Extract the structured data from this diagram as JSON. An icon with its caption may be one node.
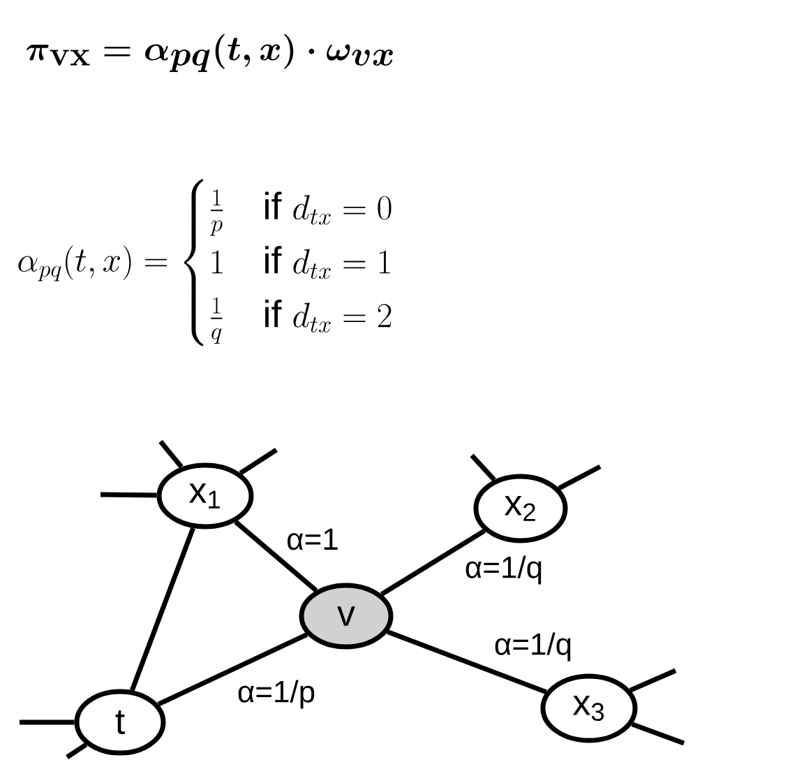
{
  "diagram": {
    "nodes": [
      {
        "text": [
          "x$_{1}$"
        ]
      },
      {
        "text": [
          "x$_{2}$"
        ]
      },
      {
        "text": [
          "v"
        ]
      },
      {
        "text": [
          "x$_{3}$"
        ]
      },
      {
        "text": [
          "t"
        ]
      }
    ],
    "edges": [
      {
        "from": 4,
        "to": 0,
        "arrow": "none"
      },
      {
        "from": 0,
        "to": 2,
        "arrow": "none",
        "label": "α=1"
      },
      {
        "from": 1,
        "to": 2,
        "arrow": "none",
        "label": "α=1/q"
      },
      {
        "from": 2,
        "to": 3,
        "arrow": "none",
        "label": "α=1/q"
      },
      {
        "from": 4,
        "to": 2,
        "arrow": "none",
        "label": "α=1/p"
      },
      {
        "from": 0,
        "to": null,
        "arrow": "none"
      },
      {
        "from": 0,
        "to": null,
        "arrow": "none"
      },
      {
        "from": 0,
        "to": null,
        "arrow": "none"
      },
      {
        "from": 1,
        "to": null,
        "arrow": "none"
      },
      {
        "from": 1,
        "to": null,
        "arrow": "none"
      },
      {
        "from": 3,
        "to": null,
        "arrow": "none"
      },
      {
        "from": 3,
        "to": null,
        "arrow": "none"
      },
      {
        "from": 4,
        "to": null,
        "arrow": "none"
      },
      {
        "from": 4,
        "to": null,
        "arrow": "none"
      }
    ],
    "labels": [
      "\\pi_{\\mathbf{vx}} = \\alpha_{pq}(t,x)\\cdot\\omega_{vx}",
      "\\alpha_{pq}(t,x) = \\begin{cases} \\frac{1}{p} & \\text{if } d_{tx}=0 \\\\ 1 & \\text{if } d_{tx}=1 \\\\ \\frac{1}{q} & \\text{if } d_{tx}=2 \\end{cases}"
    ]
  }
}
